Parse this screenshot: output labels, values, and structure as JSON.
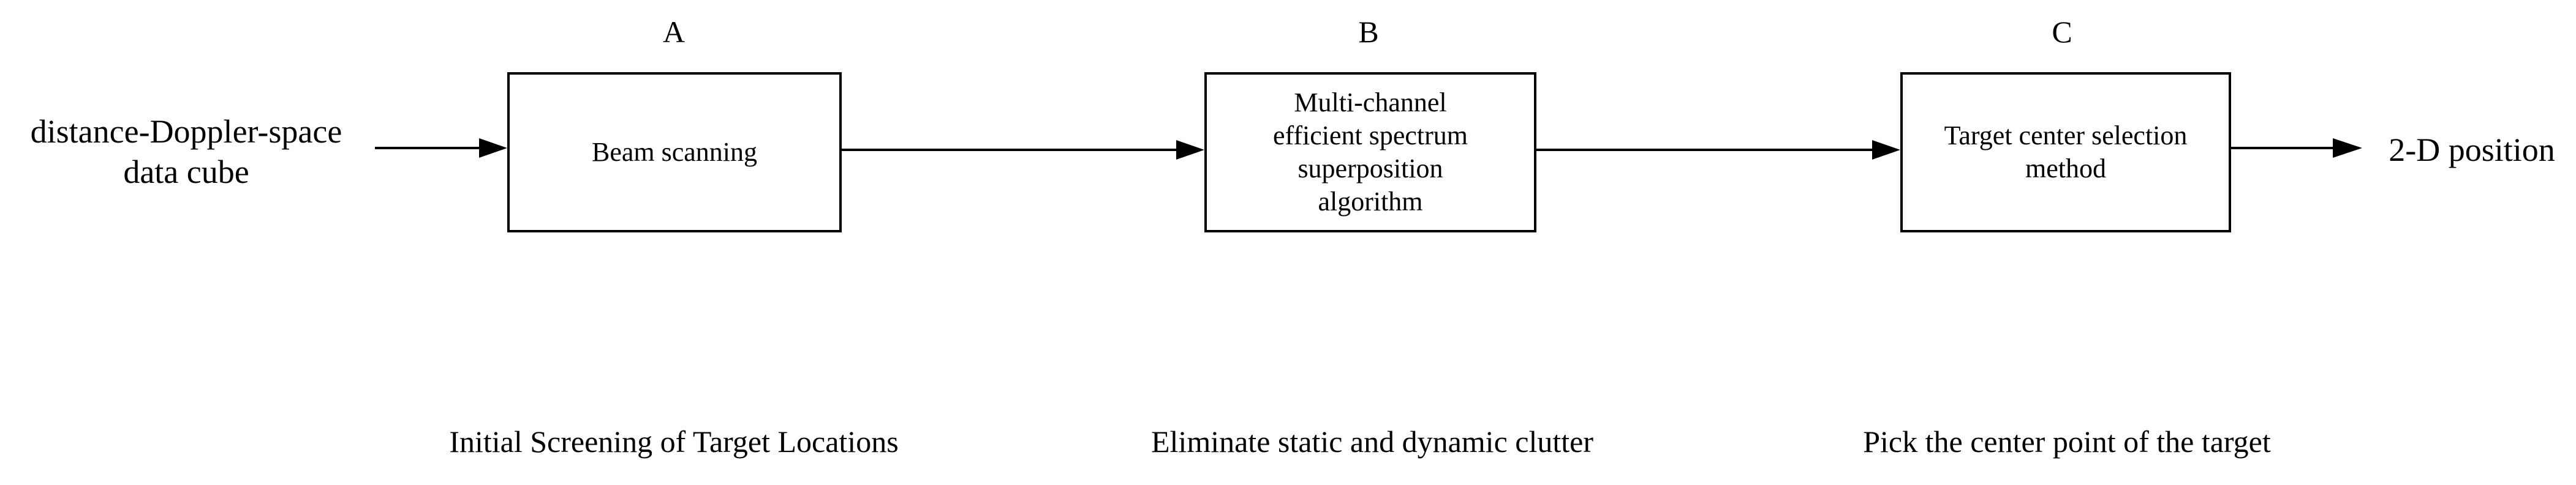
{
  "input_label": "distance-Doppler-space\ndata cube",
  "output_label": "2-D position",
  "stages": [
    {
      "letter": "A",
      "box_label": "Beam scanning",
      "caption": "Initial Screening of Target Locations"
    },
    {
      "letter": "B",
      "box_label": "Multi-channel\nefficient spectrum\nsuperposition\nalgorithm",
      "caption": "Eliminate static and dynamic clutter"
    },
    {
      "letter": "C",
      "box_label": "Target center selection\nmethod",
      "caption": "Pick the center point of the target"
    }
  ],
  "colors": {
    "line": "#000000",
    "background": "#ffffff"
  }
}
